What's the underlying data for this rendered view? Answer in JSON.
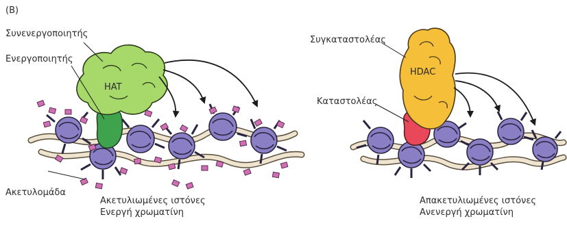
{
  "panel_label": "(B)",
  "left": {
    "coactivator_label": "Συνενεργοποιητής",
    "activator_label": "Ενεργοποιητής",
    "enzyme_label": "HAT",
    "acetyl_group_label": "Ακετυλομάδα",
    "caption_line1": "Ακετυλιωμένες ιστόνες",
    "caption_line2": "Ενεργή χρωματίνη"
  },
  "right": {
    "corepressor_label": "Συγκαταστολέας",
    "repressor_label": "Καταστολέας",
    "enzyme_label": "HDAC",
    "caption_line1": "Απακετυλιωμένες ιστόνες",
    "caption_line2": "Ανενεργή χρωματίνη"
  },
  "colors": {
    "coactivator": "#a6d96a",
    "activator": "#3fa34d",
    "corepressor": "#f6bf3a",
    "repressor": "#e8485a",
    "histone": "#8a7fc4",
    "dna": "#efe4cf",
    "acetyl": "#cf6fb5"
  }
}
